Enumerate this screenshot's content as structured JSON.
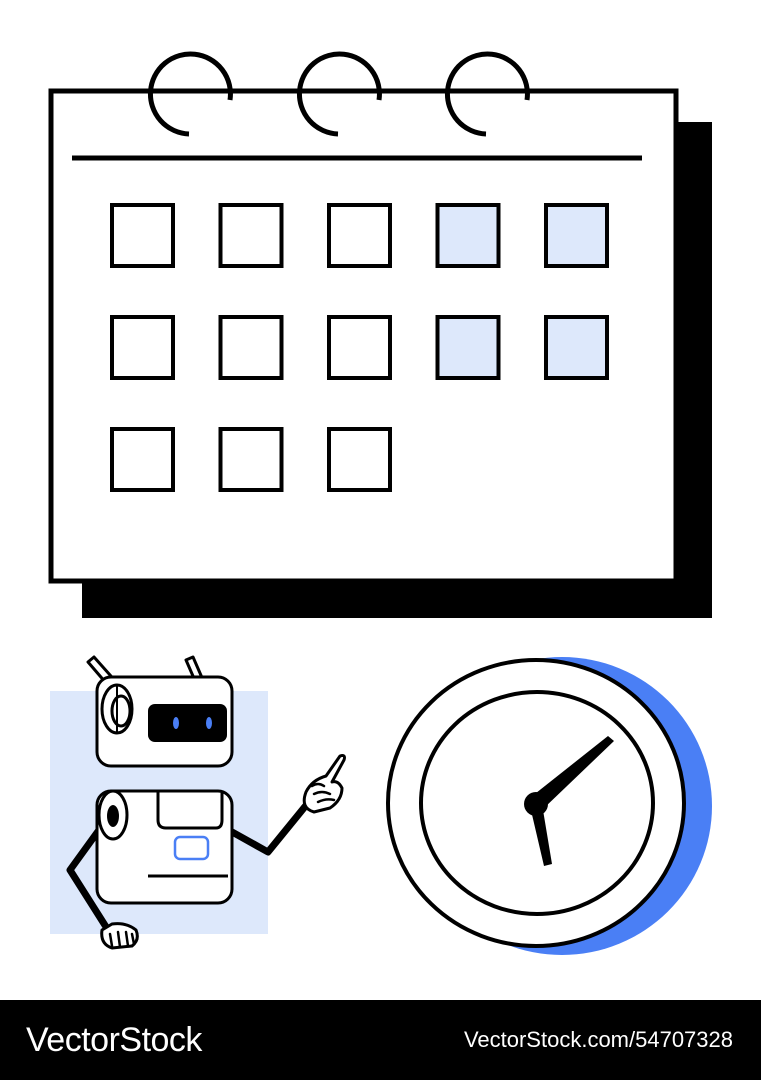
{
  "footer": {
    "brand": "VectorStock",
    "stock_id": "VectorStock.com/54707328"
  },
  "colors": {
    "outline": "#000000",
    "paper": "#ffffff",
    "highlight_fill": "#dde8fb",
    "accent_blue": "#4a7ff5",
    "footer_bg": "#000000"
  },
  "calendar": {
    "rows": 3,
    "columns": 5,
    "day_cells": 13,
    "highlighted_cells": [
      4,
      5,
      9,
      10
    ]
  },
  "clock": {
    "hour_hand_points_to": 6,
    "minute_hand_points_to": 2
  },
  "icons": [
    "calendar-icon",
    "robot-icon",
    "clock-icon"
  ]
}
